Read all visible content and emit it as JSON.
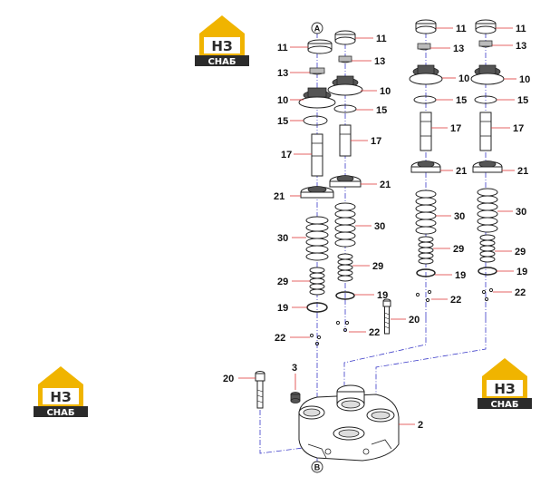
{
  "logos": [
    {
      "id": "logo-top",
      "line1": "НЗ",
      "line2": "СНАБ"
    },
    {
      "id": "logo-left",
      "line1": "НЗ",
      "line2": "СНАБ"
    },
    {
      "id": "logo-right",
      "line1": "НЗ",
      "line2": "СНАБ"
    }
  ],
  "markers": {
    "a": "A",
    "b": "B"
  },
  "callouts": {
    "c1_11": "11",
    "c1_13": "13",
    "c1_10": "10",
    "c1_15": "15",
    "c1_17": "17",
    "c1_21": "21",
    "c1_30": "30",
    "c1_29": "29",
    "c1_19": "19",
    "c1_22": "22",
    "c2_11": "11",
    "c2_13": "13",
    "c2_10": "10",
    "c2_15": "15",
    "c2_17": "17",
    "c2_21": "21",
    "c2_30": "30",
    "c2_29": "29",
    "c2_19": "19",
    "c2_22": "22",
    "c2_20": "20",
    "c3_11": "11",
    "c3_13": "13",
    "c3_10": "10",
    "c3_15": "15",
    "c3_17": "17",
    "c3_21": "21",
    "c3_30": "30",
    "c3_29": "29",
    "c3_19": "19",
    "c3_22": "22",
    "c4_11": "11",
    "c4_13": "13",
    "c4_10": "10",
    "c4_15": "15",
    "c4_17": "17",
    "c4_21": "21",
    "c4_30": "30",
    "c4_29": "29",
    "c4_19": "19",
    "c4_22": "22",
    "bolt_20": "20",
    "plug_3": "3",
    "body_2": "2"
  },
  "colors": {
    "leader": "#dd3333",
    "axis": "#3a3ac8",
    "logo_yellow": "#f0b400",
    "logo_dark": "#2b2b2b"
  }
}
